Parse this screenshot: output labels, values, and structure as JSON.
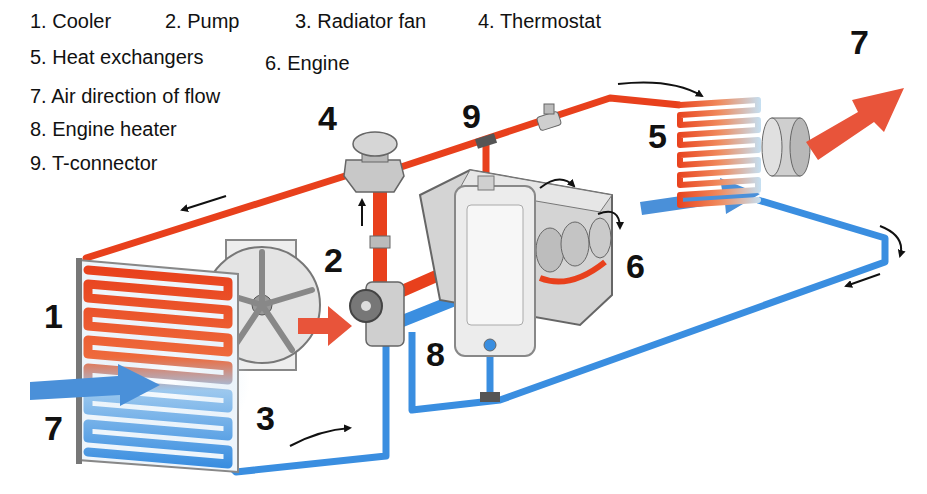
{
  "diagram": {
    "labels": [
      "1. Cooler",
      "2. Pump",
      "3. Radiator fan",
      "4. Thermostat",
      "5. Heat exchangers",
      "6. Engine",
      "7. Air direction of flow",
      "8. Engine heater",
      "9. T-connector",
      "4",
      "9",
      "5",
      "7",
      "2",
      "6",
      "1",
      "8",
      "3",
      "7"
    ]
  }
}
